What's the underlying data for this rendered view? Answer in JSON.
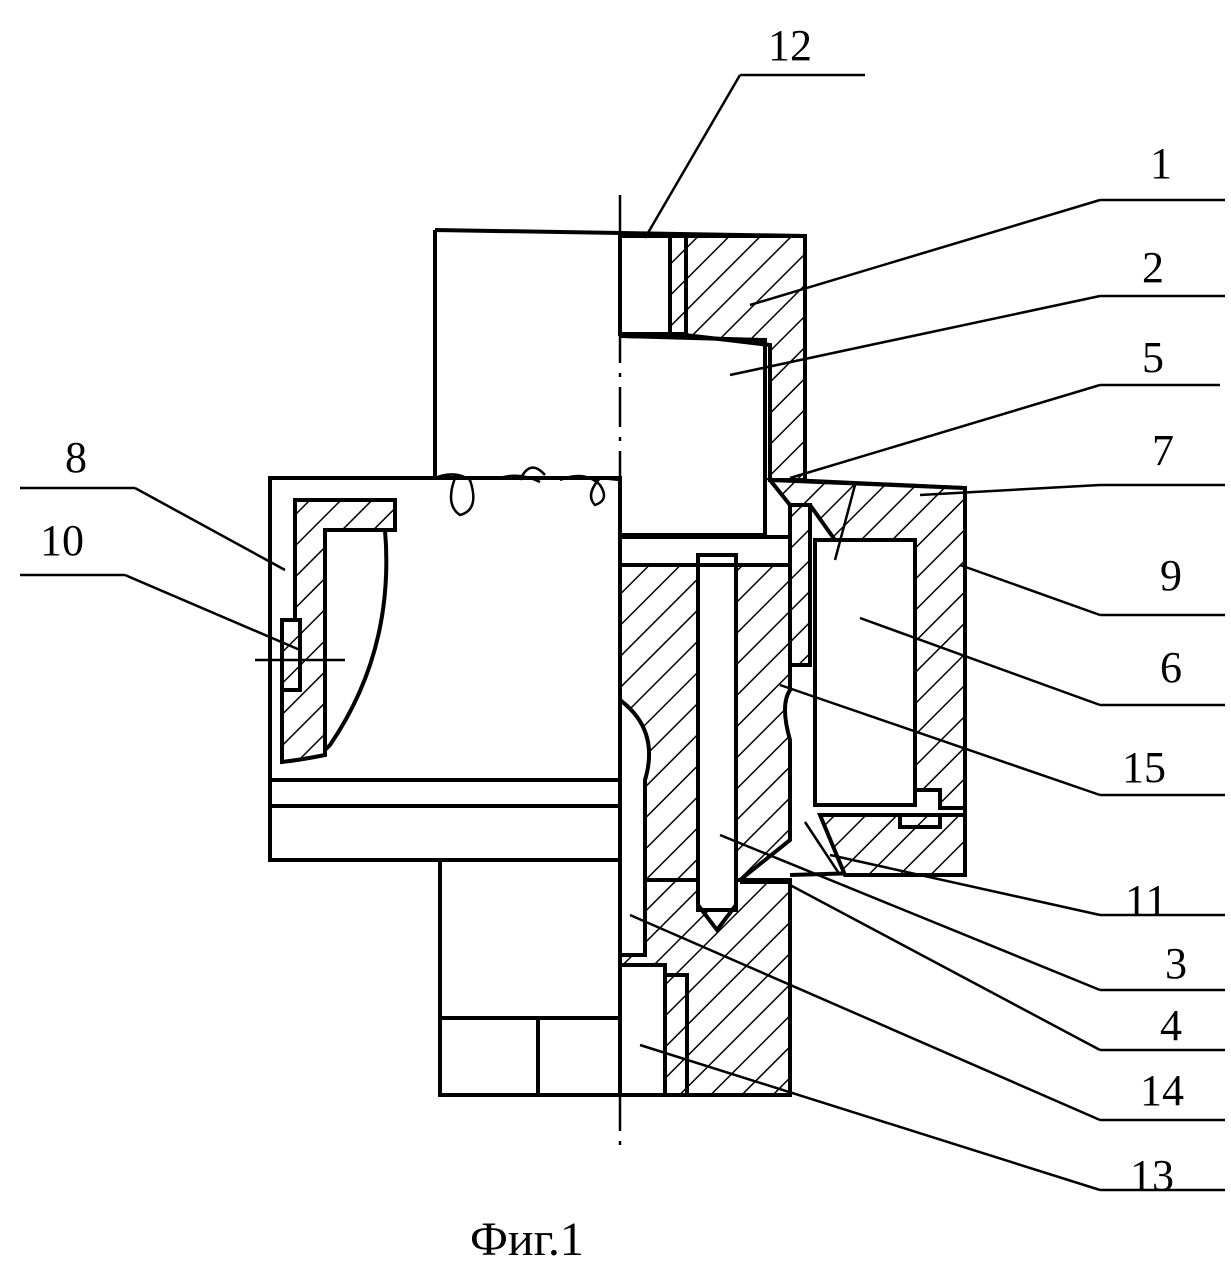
{
  "figure": {
    "caption": "Фиг.1",
    "callouts": [
      "12",
      "1",
      "2",
      "5",
      "7",
      "8",
      "10",
      "9",
      "6",
      "15",
      "11",
      "3",
      "4",
      "14",
      "13"
    ]
  }
}
